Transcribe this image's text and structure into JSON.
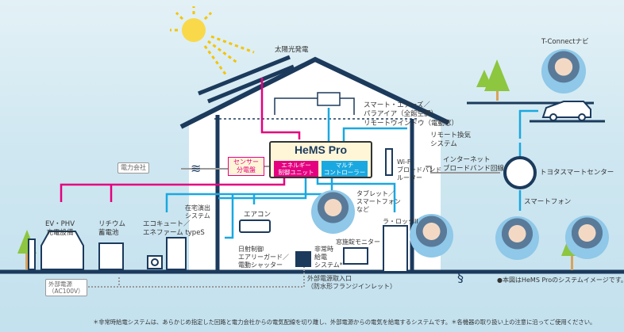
{
  "labels": {
    "solar": "太陽光発電",
    "smart_airs": [
      "スマート・エアーズ／",
      "パラアイア（全館空調）"
    ],
    "remote_window": "リモートウインドウ（電動窓）",
    "remote_vent": [
      "リモート換気",
      "システム"
    ],
    "internet": [
      "インターネット",
      "ブロードバンド回線"
    ],
    "toyota_center": "トヨタスマートセンター",
    "t_connect": "T-Connectナビ",
    "smartphone": "スマートフォン",
    "power_company": "電力会社",
    "sensor_panel": [
      "センサー",
      "分電盤"
    ],
    "hems_title": "HeMS Pro",
    "energy_unit": [
      "エネルギー",
      "制御ユニット"
    ],
    "multi_controller": [
      "マルチ",
      "コントローラー"
    ],
    "wifi_router": [
      "Wi-Fi",
      "ブロードバンド",
      "ルーター"
    ],
    "ev_phv": [
      "EV・PHV",
      "充電設備"
    ],
    "lithium": [
      "リチウム",
      "蓄電池"
    ],
    "home_presence": [
      "在宅演出",
      "システム"
    ],
    "ecocute": [
      "エコキュート／",
      "エネファーム typeS"
    ],
    "aircon": "エアコン",
    "sun_control": [
      "日射制御",
      "エアリーガード／",
      "電動シャッター"
    ],
    "tablet": [
      "タブレット／",
      "スマートフォン",
      "など"
    ],
    "lalock": "ラ・ロックII",
    "window_monitor": "窓施錠モニター",
    "emergency_power": [
      "非常時",
      "給電",
      "システム*"
    ],
    "external_inlet": [
      "外部電源取入口",
      "（防水形フランジインレット）"
    ],
    "external_power": [
      "外部電源",
      "（AC100V）"
    ]
  },
  "notes": {
    "image_note": "●本図はHeMS Proのシステムイメージです。",
    "footnote": "＊非常時給電システムは、あらかじめ指定した回路と電力会社からの電気配線を切り離し、外部電源からの電気を給電するシステムです。＊各機器の取り扱い上の注意に沿ってご使用ください。"
  },
  "colors": {
    "navy": "#1b3a5c",
    "pink": "#e4007f",
    "cyan": "#1aa8e0",
    "hems_bg": "#fff6d8"
  }
}
